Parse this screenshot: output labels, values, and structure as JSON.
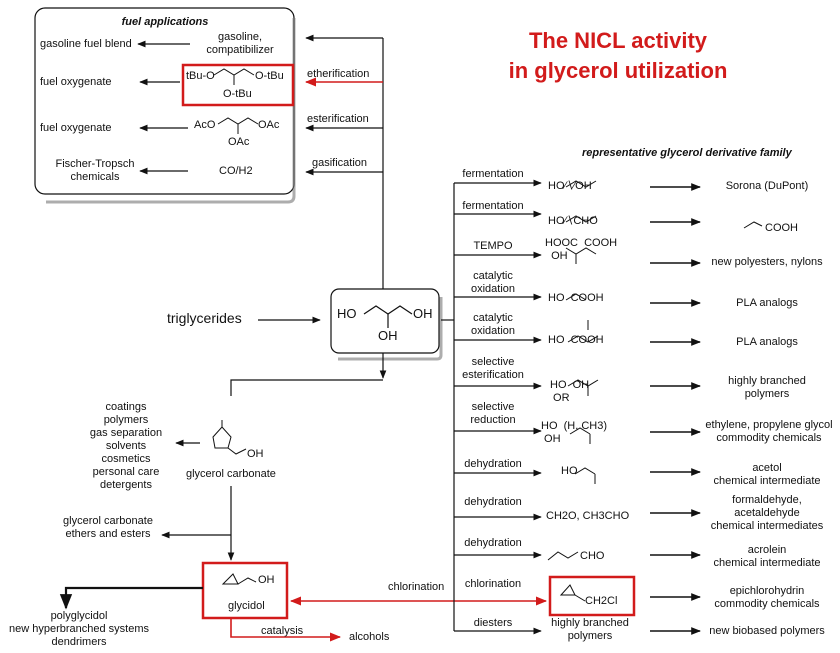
{
  "title": {
    "line1": "The NICL activity",
    "line2": "in glycerol utilization"
  },
  "center": {
    "input": "triglycerides",
    "ho_left": "HO",
    "oh_right": "OH",
    "oh_bottom": "OH"
  },
  "fuel": {
    "header": "fuel applications",
    "rows": [
      {
        "product": "gasoline fuel blend",
        "structure": "gasoline,\ncompatibilizer",
        "process": ""
      },
      {
        "product": "fuel oxygenate",
        "structure": "",
        "struct_a": "tBu-O",
        "struct_b": "O-tBu",
        "struct_c": "O-tBu",
        "process": "etherification"
      },
      {
        "product": "fuel oxygenate",
        "structure": "",
        "struct_a": "AcO",
        "struct_b": "OAc",
        "struct_c": "OAc",
        "process": "esterification"
      },
      {
        "product": "Fischer-Tropsch\nchemicals",
        "structure": "CO/H2",
        "process": "gasification"
      }
    ]
  },
  "family": {
    "header": "representative glycerol derivative family",
    "rows": [
      {
        "process": "fermentation",
        "struct": "HO∕∖∕OH",
        "product": "Sorona (DuPont)"
      },
      {
        "process": "fermentation",
        "struct": "HO∕∖CHO",
        "product": ""
      },
      {
        "process": "TEMPO",
        "struct": "HOOC  COOH\n  OH",
        "product": "new polyesters, nylons"
      },
      {
        "process": "catalytic\noxidation",
        "struct": "HO  COOH",
        "product": "PLA analogs"
      },
      {
        "process": "catalytic\noxidation",
        "struct": "HO  COOH",
        "product": "PLA analogs"
      },
      {
        "process": "selective\nesterification",
        "struct": "HO  OH\n OR",
        "product": "highly branched\npolymers"
      },
      {
        "process": "selective\nreduction",
        "struct": "HO  (H, CH3)\n OH",
        "product": "ethylene, propylene glycol\ncommodity chemicals"
      },
      {
        "process": "dehydration",
        "struct": "HO",
        "product": "acetol\nchemical intermediate"
      },
      {
        "process": "dehydration",
        "struct": "CH2O, CH3CHO",
        "product": "formaldehyde,\nacetaldehyde\nchemical intermediates"
      },
      {
        "process": "dehydration",
        "struct": "CHO",
        "product": "acrolein\nchemical intermediate"
      },
      {
        "process": "chlorination",
        "struct": "CH2Cl",
        "product": "epichlorohydrin\ncommodity chemicals"
      },
      {
        "process": "diesters",
        "struct": "highly branched\npolymers",
        "product": "new biobased polymers"
      }
    ],
    "acrylic": "COOH"
  },
  "carbonate": {
    "uses": "coatings\npolymers\ngas separation\nsolvents\ncosmetics\npersonal care\ndetergents",
    "label": "glycerol carbonate",
    "oh": "OH",
    "ethers": "glycerol carbonate\nethers and esters"
  },
  "glycidol": {
    "label": "glycidol",
    "oh": "OH",
    "uses": "polyglycidol\nnew hyperbranched systems\ndendrimers",
    "chlorination": "chlorination",
    "catalysis": "catalysis",
    "alcohols": "alcohols"
  },
  "colors": {
    "accent": "#d21b1b",
    "ink": "#111111"
  }
}
